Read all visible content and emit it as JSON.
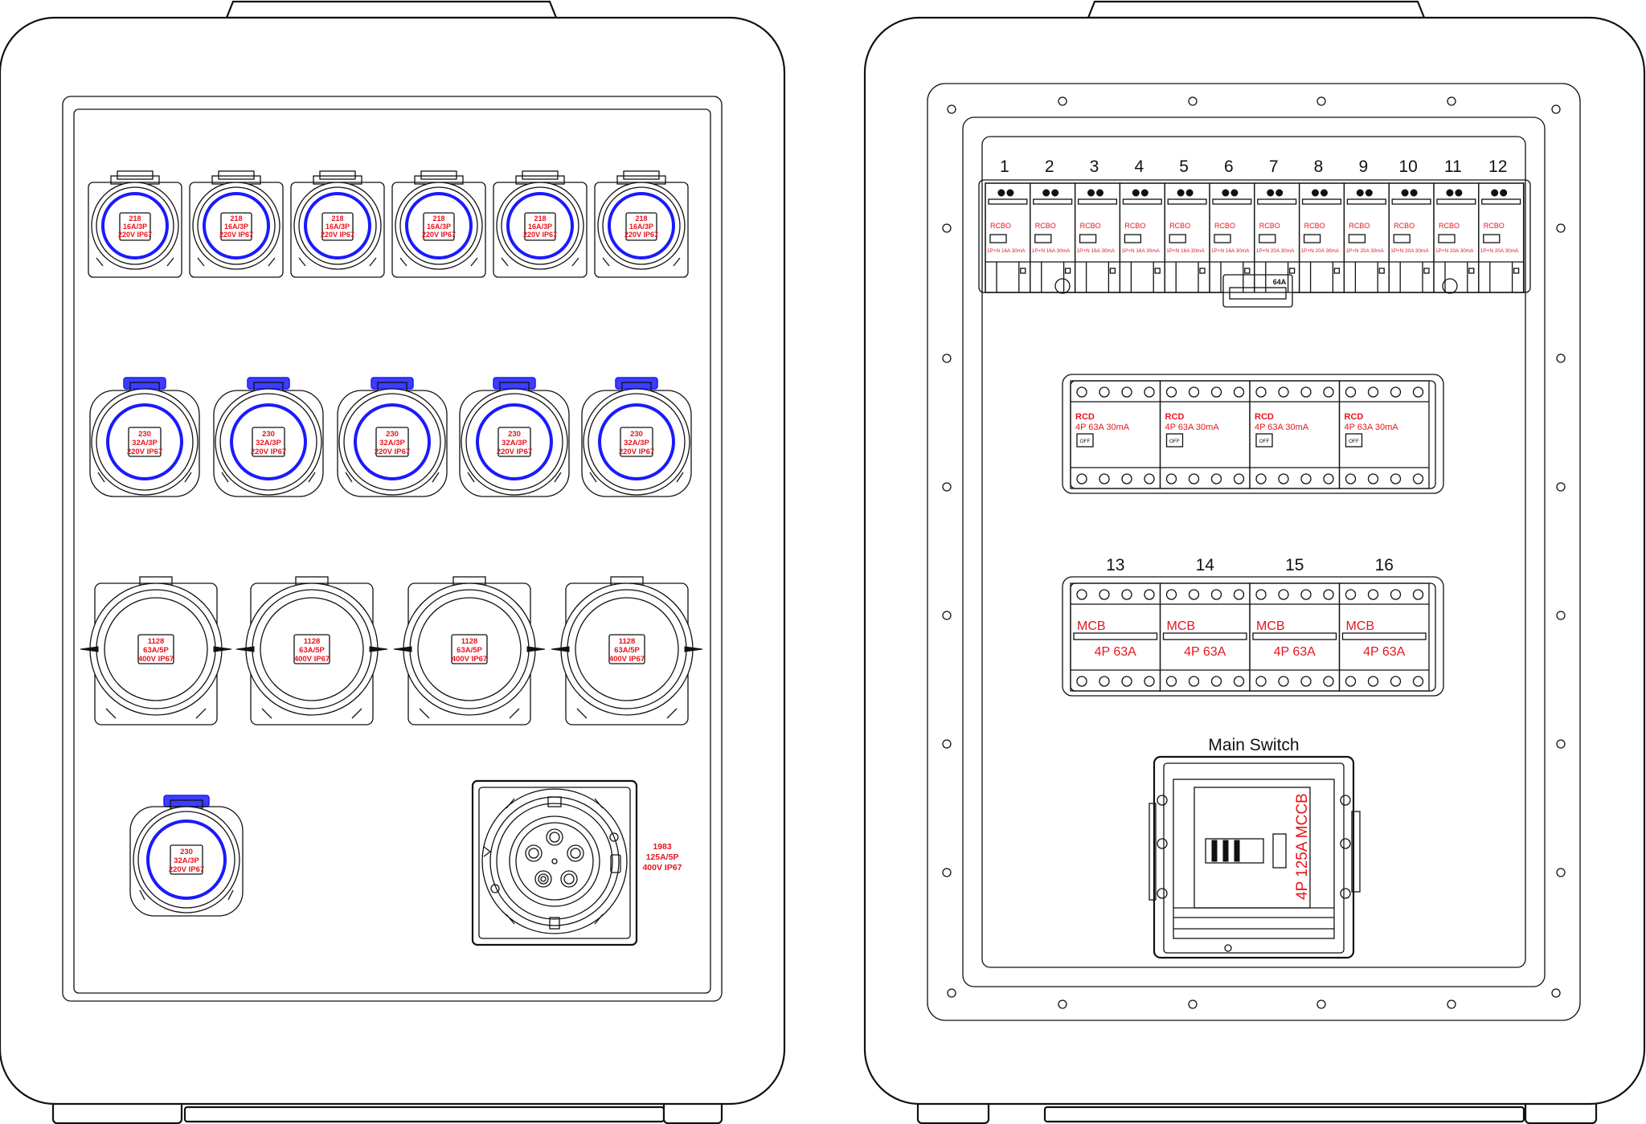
{
  "left_panel": {
    "row1_sockets": [
      {
        "l1": "218",
        "l2": "16A/3P",
        "l3": "220V IP67"
      },
      {
        "l1": "218",
        "l2": "16A/3P",
        "l3": "220V IP67"
      },
      {
        "l1": "218",
        "l2": "16A/3P",
        "l3": "220V IP67"
      },
      {
        "l1": "218",
        "l2": "16A/3P",
        "l3": "220V IP67"
      },
      {
        "l1": "218",
        "l2": "16A/3P",
        "l3": "220V IP67"
      },
      {
        "l1": "218",
        "l2": "16A/3P",
        "l3": "220V IP67"
      }
    ],
    "row2_sockets": [
      {
        "l1": "230",
        "l2": "32A/3P",
        "l3": "220V IP67"
      },
      {
        "l1": "230",
        "l2": "32A/3P",
        "l3": "220V IP67"
      },
      {
        "l1": "230",
        "l2": "32A/3P",
        "l3": "220V IP67"
      },
      {
        "l1": "230",
        "l2": "32A/3P",
        "l3": "220V IP67"
      },
      {
        "l1": "230",
        "l2": "32A/3P",
        "l3": "220V IP67"
      }
    ],
    "row3_sockets": [
      {
        "l1": "1128",
        "l2": "63A/5P",
        "l3": "400V IP67"
      },
      {
        "l1": "1128",
        "l2": "63A/5P",
        "l3": "400V IP67"
      },
      {
        "l1": "1128",
        "l2": "63A/5P",
        "l3": "400V IP67"
      },
      {
        "l1": "1128",
        "l2": "63A/5P",
        "l3": "400V IP67"
      }
    ],
    "row4_socket": {
      "l1": "230",
      "l2": "32A/3P",
      "l3": "220V IP67"
    },
    "inlet": {
      "l1": "1983",
      "l2": "125A/5P",
      "l3": "400V IP67"
    }
  },
  "right_panel": {
    "rcbo_numbers": [
      "1",
      "2",
      "3",
      "4",
      "5",
      "6",
      "7",
      "8",
      "9",
      "10",
      "11",
      "12"
    ],
    "rcbo_modules": [
      {
        "type": "RCBO",
        "rating": "1P+N 16A 30mA"
      },
      {
        "type": "RCBO",
        "rating": "1P+N 16A 30mA"
      },
      {
        "type": "RCBO",
        "rating": "1P+N 16A 30mA"
      },
      {
        "type": "RCBO",
        "rating": "1P+N 16A 30mA"
      },
      {
        "type": "RCBO",
        "rating": "1P+N 16A 30mA"
      },
      {
        "type": "RCBO",
        "rating": "1P+N 16A 30mA"
      },
      {
        "type": "RCBO",
        "rating": "1P+N 20A 30mA"
      },
      {
        "type": "RCBO",
        "rating": "1P+N 20A 30mA"
      },
      {
        "type": "RCBO",
        "rating": "1P+N 20A 30mA"
      },
      {
        "type": "RCBO",
        "rating": "1P+N 20A 30mA"
      },
      {
        "type": "RCBO",
        "rating": "1P+N 20A 30mA"
      },
      {
        "type": "RCBO",
        "rating": "1P+N 20A 30mA"
      }
    ],
    "terminal_label": "64A",
    "rcd_modules": [
      {
        "type": "RCD",
        "rating": "4P 63A 30mA",
        "state": "OFF"
      },
      {
        "type": "RCD",
        "rating": "4P 63A 30mA",
        "state": "OFF"
      },
      {
        "type": "RCD",
        "rating": "4P 63A 30mA",
        "state": "OFF"
      },
      {
        "type": "RCD",
        "rating": "4P 63A 30mA",
        "state": "OFF"
      }
    ],
    "mcb_numbers": [
      "13",
      "14",
      "15",
      "16"
    ],
    "mcb_modules": [
      {
        "type": "MCB",
        "rating": "4P 63A"
      },
      {
        "type": "MCB",
        "rating": "4P 63A"
      },
      {
        "type": "MCB",
        "rating": "4P 63A"
      },
      {
        "type": "MCB",
        "rating": "4P 63A"
      }
    ],
    "main_switch_title": "Main Switch",
    "mccb_label": "4P 125A MCCB"
  }
}
